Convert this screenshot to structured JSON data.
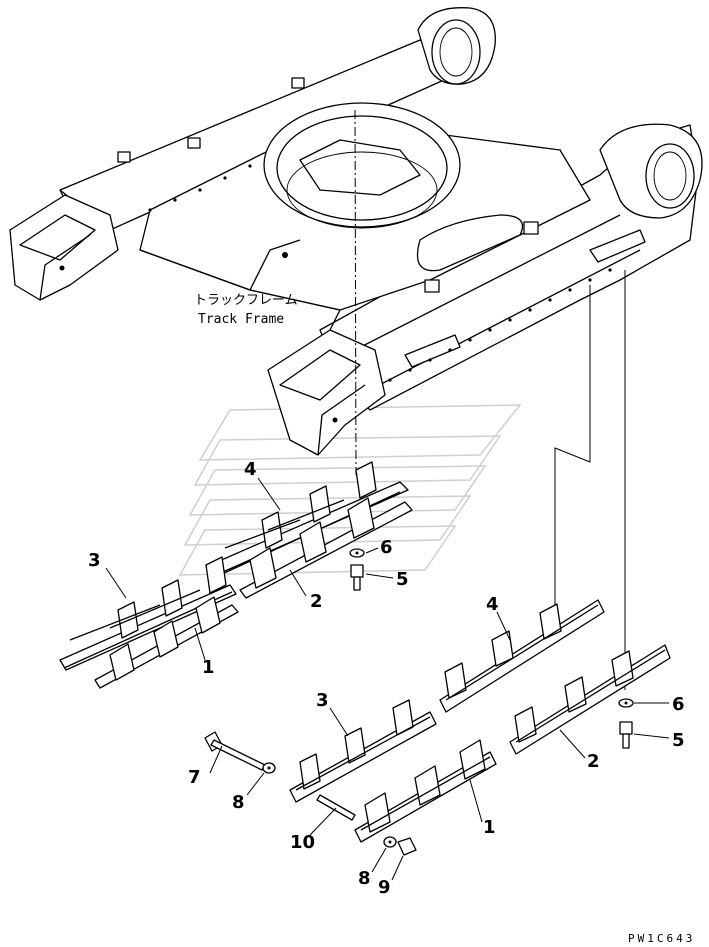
{
  "frame_label": {
    "japanese": "トラックフレーム",
    "english": "Track Frame"
  },
  "drawing_code": "PW1C643",
  "callouts": [
    {
      "id": "c4a",
      "text": "4"
    },
    {
      "id": "c6a",
      "text": "6"
    },
    {
      "id": "c5a",
      "text": "5"
    },
    {
      "id": "c3a",
      "text": "3"
    },
    {
      "id": "c2a",
      "text": "2"
    },
    {
      "id": "c1a",
      "text": "1"
    },
    {
      "id": "c4b",
      "text": "4"
    },
    {
      "id": "c3b",
      "text": "3"
    },
    {
      "id": "c6b",
      "text": "6"
    },
    {
      "id": "c5b",
      "text": "5"
    },
    {
      "id": "c7",
      "text": "7"
    },
    {
      "id": "c2b",
      "text": "2"
    },
    {
      "id": "c8a",
      "text": "8"
    },
    {
      "id": "c1b",
      "text": "1"
    },
    {
      "id": "c10",
      "text": "10"
    },
    {
      "id": "c8b",
      "text": "8"
    },
    {
      "id": "c9",
      "text": "9"
    }
  ]
}
